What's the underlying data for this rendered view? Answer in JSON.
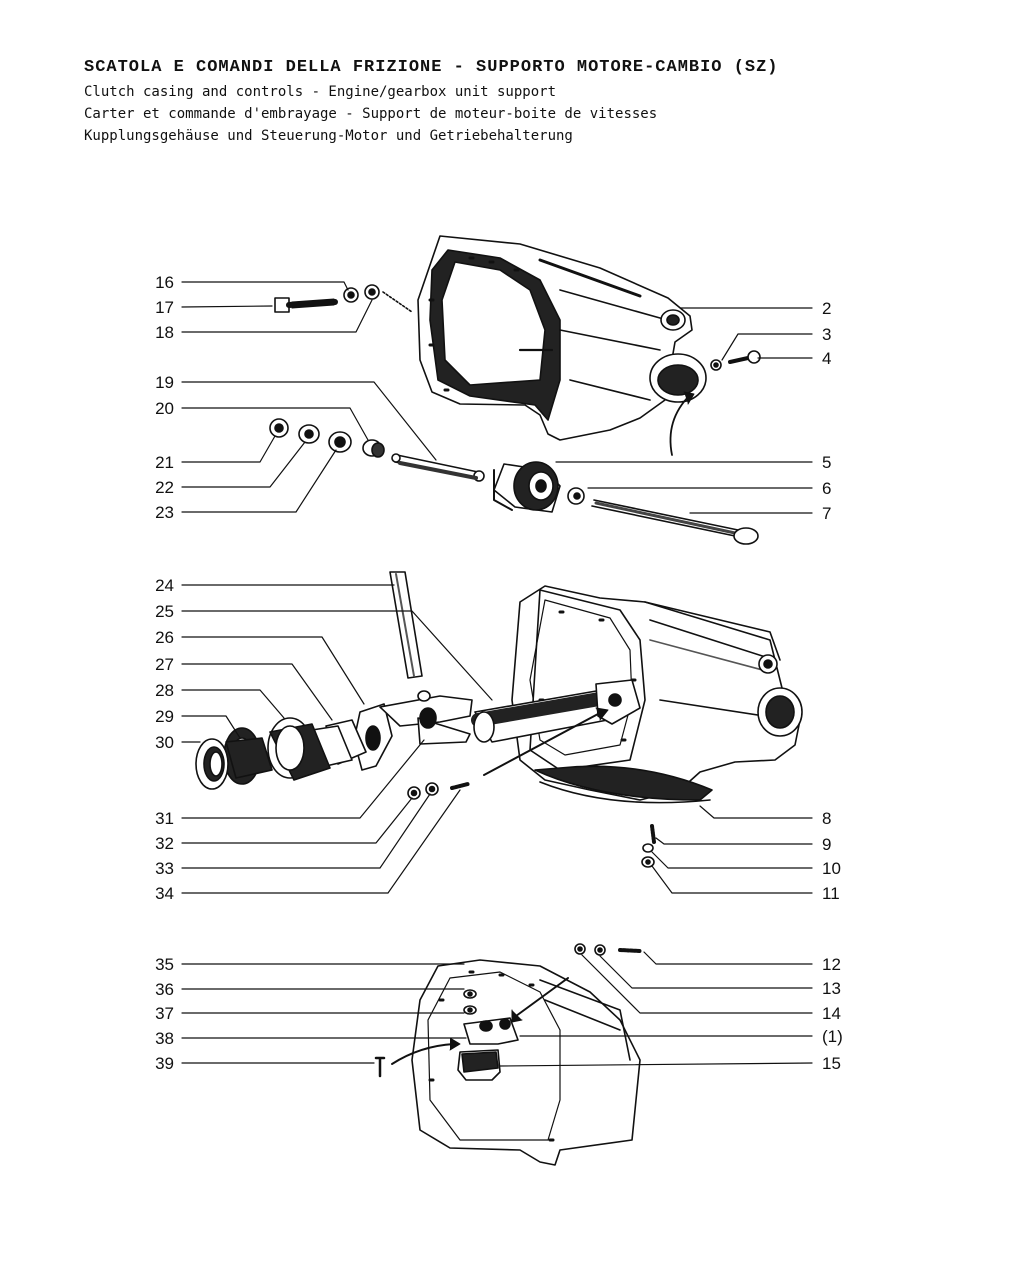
{
  "header": {
    "title_it": "SCATOLA E COMANDI DELLA FRIZIONE - SUPPORTO MOTORE-CAMBIO (SZ)",
    "title_en": "Clutch casing and controls - Engine/gearbox unit support",
    "title_fr": "Carter et commande d'embrayage - Support de moteur-boite de vitesses",
    "title_de": "Kupplungsgehäuse und Steuerung-Motor und Getriebehalterung"
  },
  "callouts": {
    "left": [
      "16",
      "17",
      "18",
      "19",
      "20",
      "21",
      "22",
      "23",
      "24",
      "25",
      "26",
      "27",
      "28",
      "29",
      "30",
      "31",
      "32",
      "33",
      "34",
      "35",
      "36",
      "37",
      "38",
      "39"
    ],
    "right": [
      "2",
      "3",
      "4",
      "5",
      "6",
      "7",
      "8",
      "9",
      "10",
      "11",
      "12",
      "13",
      "14",
      "(1)",
      "15"
    ]
  }
}
